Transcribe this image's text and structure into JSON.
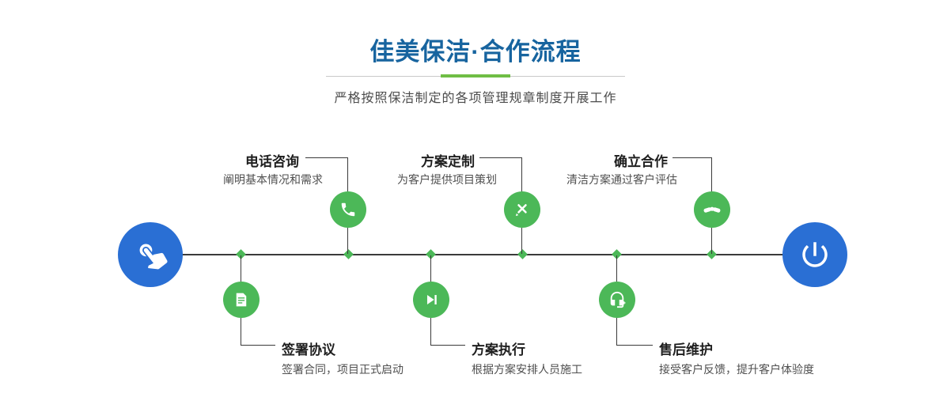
{
  "header": {
    "title": "佳美保洁·合作流程",
    "subtitle": "严格按照保洁制定的各项管理规章制度开展工作"
  },
  "flow": {
    "start_icon": "pointing-hand-icon",
    "end_icon": "power-icon",
    "top_steps": [
      {
        "label": "电话咨询",
        "desc": "阐明基本情况和需求",
        "icon": "phone-icon"
      },
      {
        "label": "方案定制",
        "desc": "为客户提供项目策划",
        "icon": "design-icon"
      },
      {
        "label": "确立合作",
        "desc": "清洁方案通过客户评估",
        "icon": "handshake-icon"
      }
    ],
    "bottom_steps": [
      {
        "label": "签署协议",
        "desc": "签署合同，项目正式启动",
        "icon": "document-icon"
      },
      {
        "label": "方案执行",
        "desc": "根据方案安排人员施工",
        "icon": "play-icon"
      },
      {
        "label": "售后维护",
        "desc": "接受客户反馈，提升客户体验度",
        "icon": "headset-icon"
      }
    ]
  },
  "colors": {
    "title_blue": "#17649f",
    "accent_green": "#6fbe45",
    "node_green": "#4cb858",
    "node_blue": "#2a6fd4",
    "line_dark": "#3a3a3a"
  }
}
